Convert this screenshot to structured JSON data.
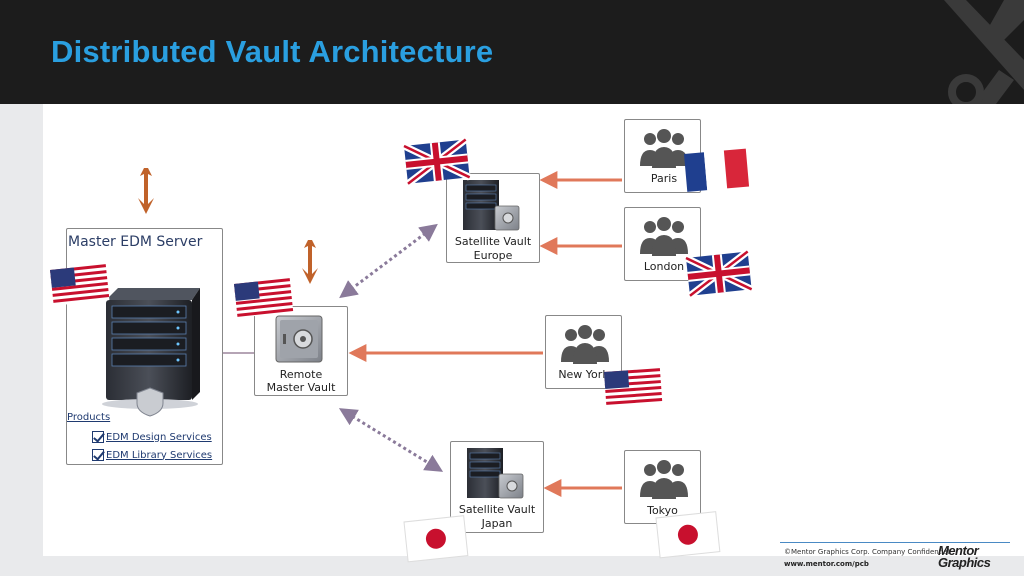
{
  "header": {
    "title": "Distributed Vault Architecture"
  },
  "master_server": {
    "title": "Master EDM Server",
    "products_label": "Products",
    "products": [
      "EDM Design Services",
      "EDM Library Services"
    ]
  },
  "remote_master": {
    "line1": "Remote",
    "line2": "Master Vault"
  },
  "satellites": {
    "europe": {
      "line1": "Satellite Vault",
      "line2": "Europe"
    },
    "japan": {
      "line1": "Satellite Vault",
      "line2": "Japan"
    }
  },
  "sites": {
    "paris": "Paris",
    "london": "London",
    "new_york": "New York",
    "tokyo": "Tokyo"
  },
  "footer": {
    "copyright": "©Mentor Graphics Corp. Company Confidential",
    "url": "www.mentor.com/pcb",
    "logo_line1": "Mentor",
    "logo_line2": "Graphics"
  },
  "colors": {
    "title": "#2a9fe0",
    "arrow_solid": "#e0785a",
    "arrow_dotted": "#8a7a9a",
    "down_arrow": "#c0622a"
  }
}
